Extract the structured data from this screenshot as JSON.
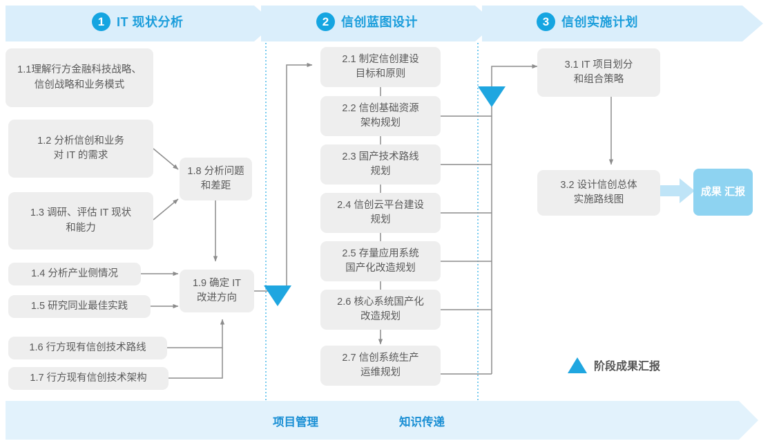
{
  "colors": {
    "header_band": "#daeefb",
    "bottom_band": "#e2f2fc",
    "accent_blue": "#15a5e1",
    "phase_text": "#1a9ddb",
    "box_fill": "#eeeeee",
    "box_text": "#595959",
    "badge_fill": "#8ed3f1",
    "connector": "#8c8c8c",
    "divider_dotted": "#3fb5e8"
  },
  "header": {
    "phases": [
      {
        "number": "1",
        "title": "IT 现状分析"
      },
      {
        "number": "2",
        "title": "信创蓝图设计"
      },
      {
        "number": "3",
        "title": "信创实施计划"
      }
    ]
  },
  "phase1": {
    "inputs": [
      {
        "id": "1.1",
        "lines": [
          "1.1理解行方金融科技战略、",
          "信创战略和业务模式"
        ]
      },
      {
        "id": "1.2",
        "lines": [
          "1.2 分析信创和业务",
          "对 IT 的需求"
        ]
      },
      {
        "id": "1.3",
        "lines": [
          "1.3 调研、评估 IT 现状",
          "和能力"
        ]
      },
      {
        "id": "1.4",
        "lines": [
          "1.4 分析产业侧情况"
        ]
      },
      {
        "id": "1.5",
        "lines": [
          "1.5 研究同业最佳实践"
        ]
      },
      {
        "id": "1.6",
        "lines": [
          "1.6 行方现有信创技术路线"
        ]
      },
      {
        "id": "1.7",
        "lines": [
          "1.7 行方现有信创技术架构"
        ]
      }
    ],
    "outputs": [
      {
        "id": "1.8",
        "lines": [
          "1.8 分析问题",
          "和差距"
        ]
      },
      {
        "id": "1.9",
        "lines": [
          "1.9 确定 IT",
          "改进方向"
        ]
      }
    ]
  },
  "phase2": {
    "items": [
      {
        "id": "2.1",
        "lines": [
          "2.1 制定信创建设",
          "目标和原则"
        ]
      },
      {
        "id": "2.2",
        "lines": [
          "2.2 信创基础资源",
          "架构规划"
        ]
      },
      {
        "id": "2.3",
        "lines": [
          "2.3 国产技术路线",
          "规划"
        ]
      },
      {
        "id": "2.4",
        "lines": [
          "2.4 信创云平台建设",
          "规划"
        ]
      },
      {
        "id": "2.5",
        "lines": [
          "2.5 存量应用系统",
          "国产化改造规划"
        ]
      },
      {
        "id": "2.6",
        "lines": [
          "2.6 核心系统国产化",
          "改造规划"
        ]
      },
      {
        "id": "2.7",
        "lines": [
          "2.7 信创系统生产",
          "运维规划"
        ]
      }
    ]
  },
  "phase3": {
    "items": [
      {
        "id": "3.1",
        "lines": [
          "3.1 IT 项目划分",
          "和组合策略"
        ]
      },
      {
        "id": "3.2",
        "lines": [
          "3.2 设计信创总体",
          "实施路线图"
        ]
      }
    ],
    "result_badge": {
      "lines": [
        "成果",
        "汇报"
      ]
    }
  },
  "legend": {
    "marker_label": "阶段成果汇报"
  },
  "bottom_bar": {
    "labels": [
      "项目管理",
      "知识传递"
    ]
  }
}
